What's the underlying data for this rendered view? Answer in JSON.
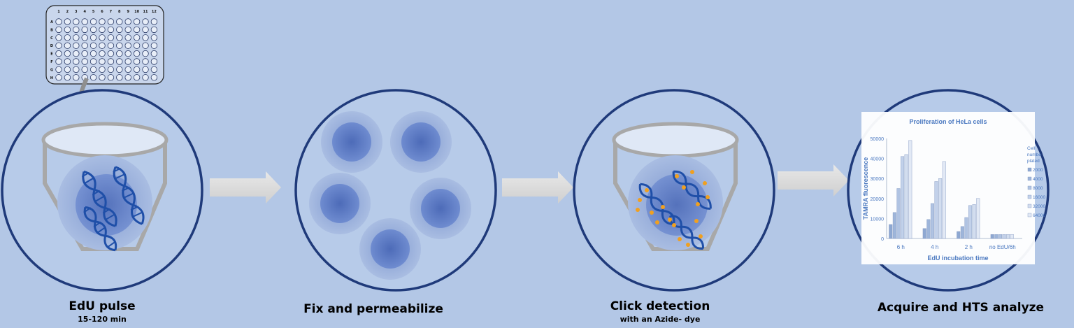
{
  "colors": {
    "background": "#b3c7e6",
    "circle_border": "#1f3a7a",
    "tube": "#a8a8a8",
    "tube_top": "#dfe8f6",
    "cell_outer": "#8fa8d6",
    "nucleus": "#5f7cc4",
    "dna": "#1f4fa8",
    "dye": "#f0a020",
    "arrow": "#dcdcdc"
  },
  "plate": {
    "columns": [
      "1",
      "2",
      "3",
      "4",
      "5",
      "6",
      "7",
      "8",
      "9",
      "10",
      "11",
      "12"
    ],
    "rows": [
      "A",
      "B",
      "C",
      "D",
      "E",
      "F",
      "G",
      "H"
    ]
  },
  "steps": [
    {
      "title": "EdU pulse",
      "subtitle": "15-120 min"
    },
    {
      "title": "Fix and permeabilize",
      "subtitle": ""
    },
    {
      "title": "Click detection",
      "subtitle": "with an Azide- dye"
    },
    {
      "title": "Acquire and HTS analyze",
      "subtitle": ""
    }
  ],
  "chart_data": {
    "type": "bar",
    "title": "Proliferation of HeLa cells",
    "xlabel": "EdU incubation time",
    "ylabel": "TAMRA fluorescence",
    "ylim": [
      0,
      50000
    ],
    "yticks": [
      0,
      10000,
      20000,
      30000,
      40000,
      50000
    ],
    "categories": [
      "6 h",
      "4 h",
      "2 h",
      "no EdU/6h"
    ],
    "legend_title": [
      "Cell",
      "numbe",
      "plated"
    ],
    "series": [
      {
        "name": "2000",
        "values": [
          7000,
          5000,
          3500,
          2000
        ]
      },
      {
        "name": "4000",
        "values": [
          13000,
          9500,
          6000,
          2000
        ]
      },
      {
        "name": "8000",
        "values": [
          25000,
          17500,
          10500,
          2000
        ]
      },
      {
        "name": "16000",
        "values": [
          41000,
          28500,
          16500,
          2000
        ]
      },
      {
        "name": "32000",
        "values": [
          42000,
          30000,
          17000,
          2000
        ]
      },
      {
        "name": "64000",
        "values": [
          49000,
          38500,
          20000,
          2000
        ]
      }
    ]
  }
}
